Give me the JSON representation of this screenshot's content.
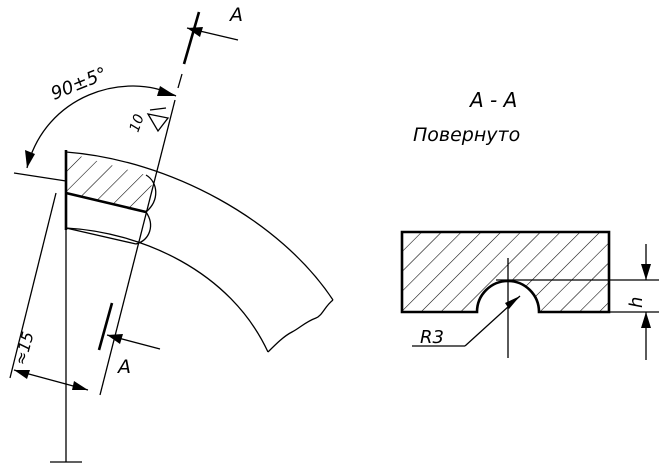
{
  "labels": {
    "section_mark_top": "A",
    "section_mark_bottom": "A",
    "angle": "90±5°",
    "depth": "10",
    "distance": "≈15",
    "section_title": "A - A",
    "rotated_note": "Повернуто",
    "radius": "R3",
    "height": "h"
  },
  "colors": {
    "line": "#000000",
    "background": "#ffffff"
  }
}
